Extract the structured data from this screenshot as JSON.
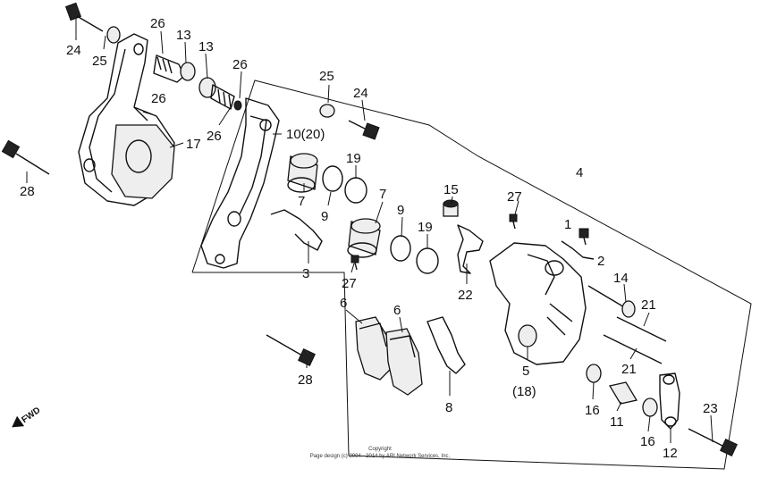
{
  "labels": {
    "l24a": "24",
    "l25a": "25",
    "l26a": "26",
    "l13a": "13",
    "l13b": "13",
    "l26b": "26",
    "l26c": "26",
    "l26d": "26",
    "l17": "17",
    "l28a": "28",
    "l25b": "25",
    "l24b": "24",
    "l10": "10(20)",
    "l19a": "19",
    "l7a": "7",
    "l9a": "9",
    "l7b": "7",
    "l9b": "9",
    "l19b": "19",
    "l15": "15",
    "l27a": "27",
    "l4": "4",
    "l1": "1",
    "l2": "2",
    "l3": "3",
    "l27b": "27",
    "l22": "22",
    "l14": "14",
    "l21a": "21",
    "l21b": "21",
    "l6a": "6",
    "l6b": "6",
    "l28b": "28",
    "l8": "8",
    "l5": "5",
    "l18": "(18)",
    "l16a": "16",
    "l11": "11",
    "l16b": "16",
    "l12": "12",
    "l23": "23"
  },
  "fwd": "FWD",
  "copyright": {
    "line1": "Copyright",
    "line2": "Page design (c) 2004 - 2014 by ARI Network Services, Inc."
  }
}
